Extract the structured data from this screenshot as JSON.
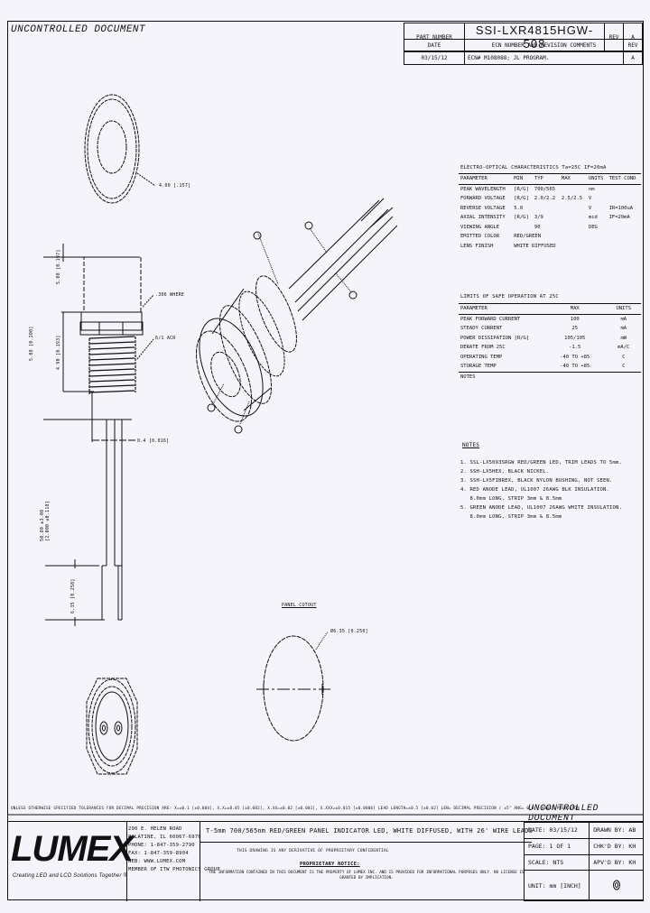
{
  "watermark": "UNCONTROLLED DOCUMENT",
  "revision_block": {
    "part_number_label": "PART NUMBER",
    "part_number": "SSI-LXR4815HGW-508",
    "rev_label": "REV",
    "rev": "A",
    "headers": {
      "date": "DATE",
      "ecn": "ECN NUMBER AND REVISION COMMENTS",
      "rev": "REV"
    },
    "rows": [
      {
        "date": "03/15/12",
        "comment": "ECN# M108088; JL PROGRAM.",
        "rev": "A"
      }
    ]
  },
  "electro_optical": {
    "title": "ELECTRO-OPTICAL CHARACTERISTICS Ta=25C  IF=20mA",
    "headers": [
      "PARAMETER",
      "MIN",
      "TYP",
      "MAX",
      "UNITS",
      "TEST COND"
    ],
    "rows": [
      [
        "PEAK WAVELENGTH",
        "[R/G]",
        "700/565",
        "",
        "nm",
        ""
      ],
      [
        "FORWARD VOLTAGE",
        "[R/G]",
        "2.0/2.2",
        "2.5/2.5",
        "V",
        ""
      ],
      [
        "REVERSE VOLTAGE",
        "5.0",
        "",
        "",
        "V",
        "IR=100uA"
      ],
      [
        "AXIAL INTENSITY",
        "[R/G]",
        "3/9",
        "",
        "mcd",
        "IF=20mA"
      ],
      [
        "VIEWING ANGLE",
        "",
        "90",
        "",
        "DEG",
        ""
      ],
      [
        "EMITTED COLOR",
        "RED/GREEN",
        "",
        "",
        "",
        ""
      ],
      [
        "LENS FINISH",
        "WHITE DIFFUSED",
        "",
        "",
        "",
        ""
      ]
    ]
  },
  "absolute_max": {
    "title": "LIMITS OF SAFE OPERATION AT 25C",
    "headers": [
      "PARAMETER",
      "MAX",
      "UNITS"
    ],
    "rows": [
      [
        "PEAK FORWARD CURRENT",
        "100",
        "mA"
      ],
      [
        "STEADY CURRENT",
        "25",
        "mA"
      ],
      [
        "POWER DISSIPATION [R/G]",
        "105/105",
        "mW"
      ],
      [
        "DERATE FROM 25C",
        "-1.5",
        "mA/C"
      ],
      [
        "OPERATING TEMP",
        "-40 TO +85",
        "C"
      ],
      [
        "STORAGE TEMP",
        "-40 TO +85",
        "C"
      ]
    ],
    "footer": "NOTES"
  },
  "notes": {
    "title": "NOTES",
    "items": [
      "1. SSL-LX5093SRGW RED/GREEN LED, TRIM LEADS TO 5mm.",
      "2. SSH-LX5HEX, BLACK NICKEL.",
      "3. SSH-LX5FIBREX, BLACK NYLON BUSHING, NOT SEEN.",
      "4. RED ANODE LEAD, UL1007 26AWG BLK INSULATION.",
      "   8.0mm LONG, STRIP 3mm & 8.5mm",
      "5. GREEN ANODE LEAD, UL1007 26AWG WHITE INSULATION.",
      "   8.0mm LONG, STRIP 3mm & 8.5mm"
    ]
  },
  "drawing_labels": {
    "front_dia": "4.00 [.157]",
    "top_dim": "5.08 [0.197]",
    "overall_dim": "5.08 [0.200]",
    "thread_dim": "4.90 [0.193]",
    "hex_label": ".306 WHERE",
    "thread_label": "6/1 ACR",
    "lead_dia": "0.4 [0.016]",
    "lead_note": "50.80 ±3.00\n[2.000 ±0.118]",
    "strip_dim": "6.35 [0.250]",
    "panel_cutout_title": "PANEL CUTOUT",
    "panel_cutout_dim": "Ø6.35 [0.250]",
    "balloons": [
      "1",
      "2",
      "3",
      "4",
      "5"
    ]
  },
  "tolerance_line": "UNLESS OTHERWISE SPECIFIED TOLERANCES FOR DECIMAL PRECISION ARE: X=±0.1 [±0.004], X.X=±0.05 [±0.002], X.XX=±0.02 [±0.001], X.XXX=±0.015 [±0.0006]  LEAD LENGTH=±0.5 [±0.02]  LEN= DECIMAL PRECISION / ±5°  ANG= 0.0 / ANGLE PRECISION",
  "title_block": {
    "company": "LUMEX",
    "tagline": "Creating LED and LCD Solutions Together ®",
    "address": [
      "290 E. HELEN ROAD",
      "PALATINE, IL 60067-6976",
      "PHONE: 1-847-359-2790",
      "FAX: 1-847-359-8904",
      "WEB: WWW.LUMEX.COM",
      "MEMBER OF ITW PHOTONICS GROUP"
    ],
    "description": "T-5mm 700/565nm RED/GREEN PANEL INDICATOR LED, WHITE DIFFUSED, WITH 26' WIRE LEADS",
    "proprietary_title": "THIS DRAWING IS ANY DERIVATIVE OF PROPRIETARY CONFIDENTIAL",
    "proprietary_header": "PROPRIETARY NOTICE:",
    "proprietary_text": "THE INFORMATION CONTAINED IN THIS DOCUMENT IS THE PROPERTY OF LUMEX INC. AND IS PROVIDED FOR INFORMATIONAL PURPOSES ONLY. NO LICENSE IS GRANTED BY IMPLICATION.",
    "fields": {
      "date_label": "DATE:",
      "date": "03/15/12",
      "drawn_label": "DRAWN BY:",
      "drawn": "AB",
      "page_label": "PAGE:",
      "page": "1 OF 1",
      "chkd_label": "CHK'D BY:",
      "chkd": "KH",
      "scale_label": "SCALE:",
      "scale": "NTS",
      "apvd_label": "APV'D BY:",
      "apvd": "KH",
      "unit_label": "UNIT:",
      "unit": "mm [INCH]",
      "projection_icon": "third-angle-projection"
    }
  },
  "colors": {
    "background": "#f5f4fb",
    "ink": "#111111"
  }
}
